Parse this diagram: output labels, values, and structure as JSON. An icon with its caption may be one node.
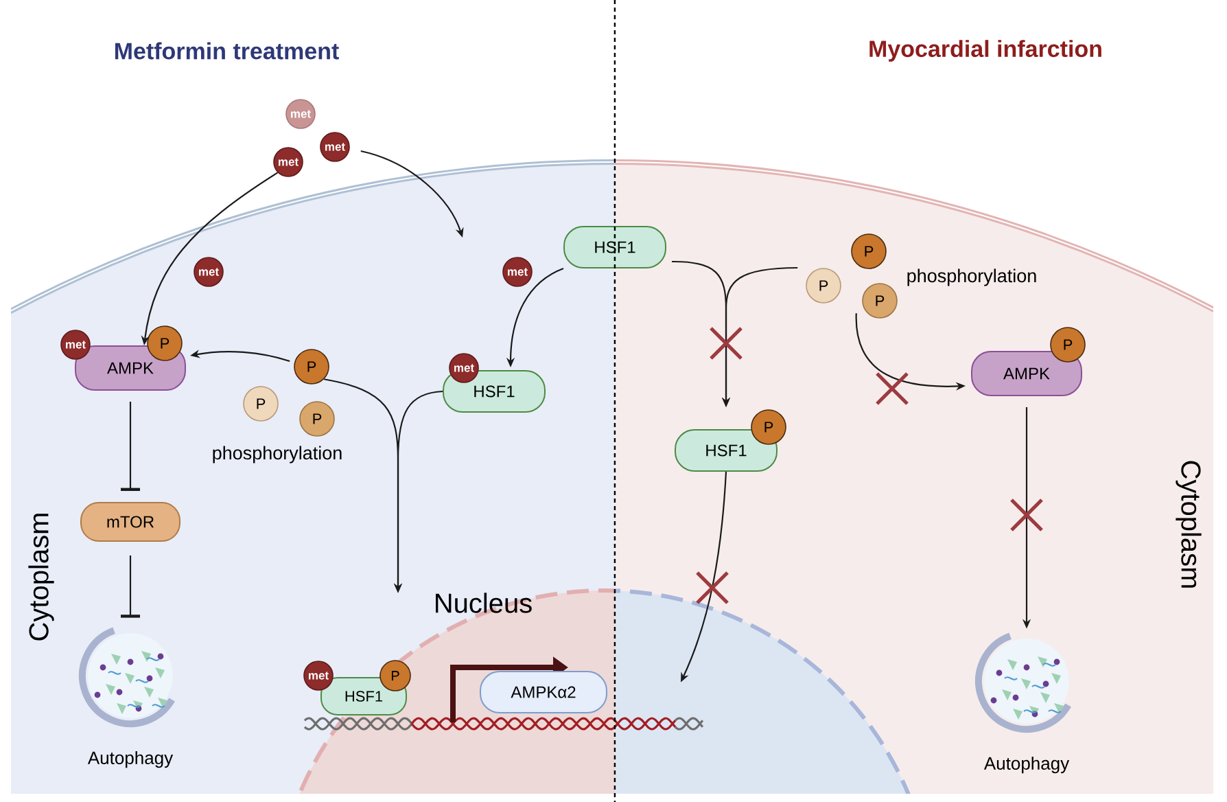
{
  "diagram": {
    "nodes": [
      {
        "text": [
          "met"
        ]
      },
      {
        "text": [
          "met"
        ]
      },
      {
        "text": [
          "met"
        ]
      },
      {
        "text": [
          "met"
        ]
      },
      {
        "text": [
          "AMPK"
        ]
      },
      {
        "text": [
          "met"
        ]
      },
      {
        "text": [
          "P"
        ]
      },
      {
        "text": [
          "P"
        ]
      },
      {
        "text": [
          "P"
        ]
      },
      {
        "text": [
          "P"
        ]
      },
      {
        "text": [
          "mTOR"
        ]
      },
      {
        "text": [
          "HSF1"
        ]
      },
      {
        "text": [
          "met"
        ]
      },
      {
        "text": [
          "HSF1"
        ]
      },
      {
        "text": [
          "met"
        ]
      },
      {
        "text": [
          "Nucleus"
        ]
      },
      {
        "text": [
          "HSF1"
        ],
        "in": 15
      },
      {
        "text": [
          "met"
        ],
        "in": 15
      },
      {
        "text": [
          "P"
        ],
        "in": 15
      },
      {
        "text": [
          "AMPKα2"
        ],
        "in": 15
      },
      {
        "text": [],
        "shape": "picture",
        "beside": [
          "Autophagy"
        ]
      },
      {
        "text": [
          "P"
        ]
      },
      {
        "text": [
          "P"
        ]
      },
      {
        "text": [
          "P"
        ]
      },
      {
        "text": [
          "HSF1"
        ]
      },
      {
        "text": [
          "P"
        ]
      },
      {
        "text": [
          "AMPK"
        ]
      },
      {
        "text": [
          "P"
        ]
      },
      {
        "text": [],
        "shape": "picture",
        "beside": [
          "Autophagy"
        ]
      }
    ],
    "edges": [
      {
        "from": 2,
        "to": 4,
        "arrow": "to"
      },
      {
        "from": 1,
        "to": null,
        "arrow": "to"
      },
      {
        "from": 11,
        "to": 13,
        "arrow": "to"
      },
      {
        "from": 7,
        "to": 4,
        "arrow": "to"
      },
      {
        "from": 7,
        "to": 15,
        "arrow": "to"
      },
      {
        "from": 13,
        "to": 15,
        "arrow": "to"
      },
      {
        "from": 4,
        "to": 10,
        "arrow": "other"
      },
      {
        "from": 10,
        "to": 20,
        "arrow": "other"
      },
      {
        "from": 11,
        "to": 24,
        "arrow": "to"
      },
      {
        "from": 22,
        "to": 24,
        "arrow": "to"
      },
      {
        "from": 23,
        "to": 26,
        "arrow": "to"
      },
      {
        "from": 24,
        "to": 15,
        "arrow": "to"
      },
      {
        "from": 26,
        "to": 28,
        "arrow": "to"
      }
    ],
    "labels": [
      "Metformin treatment",
      "Myocardial infarction",
      "phosphorylation",
      "phosphorylation",
      "Cytoplasm",
      "Cytoplasm"
    ]
  }
}
